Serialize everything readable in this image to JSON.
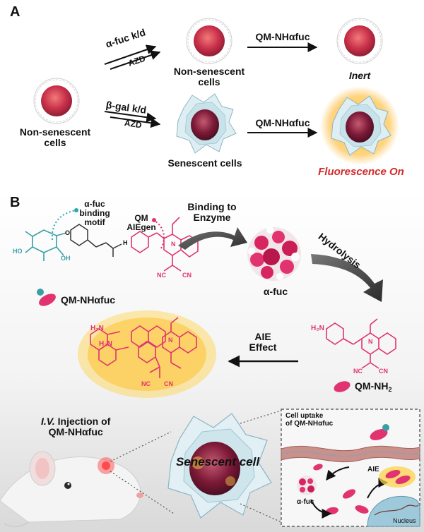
{
  "panel_a": {
    "letter": "A",
    "start_label": "Non-senescent\ncells",
    "top_arrow_top": "α-fuc  k/d",
    "top_arrow_bottom": "AZD",
    "bottom_arrow_top": "β-gal k/d",
    "bottom_arrow_bottom": "AZD",
    "mid_top_label": "Non-senescent\ncells",
    "mid_bottom_label": "Senescent cells",
    "probe_top": "QM-NHαfuc",
    "probe_bottom": "QM-NHαfuc",
    "result_top": "Inert",
    "result_bottom": "Fluorescence On"
  },
  "panel_b": {
    "letter": "B",
    "binding_motif": "α-fuc\nbinding\nmotif",
    "qm_aiegen": "QM\nAIEgen",
    "binding_enzyme": "Binding to\nEnzyme",
    "hydrolysis": "Hydrolysis",
    "probe_name": "QM-NHαfuc",
    "enzyme_name": "α-fuc",
    "aie_effect": "AIE\nEffect",
    "product_name": "QM-NH",
    "product_sub": "2",
    "chem": {
      "h2n": "H₂N",
      "nc": "NC",
      "cn": "CN",
      "n": "N",
      "o": "O",
      "ho": "HO",
      "oh": "OH",
      "h": "H"
    },
    "iv_injection": "I.V. Injection of\nQM-NHαfuc",
    "iv_prefix": "I.V.",
    "senescent_cell": "Senescent cell",
    "uptake": "Cell uptake\nof QM-NHαfuc",
    "inset_aie": "AIE",
    "inset_enzyme": "α-fuc",
    "nucleus": "Nucleus"
  },
  "colors": {
    "magenta": "#e0336f",
    "teal": "#3a9fa5",
    "orange": "#f6a623",
    "red": "#d22a2a"
  }
}
